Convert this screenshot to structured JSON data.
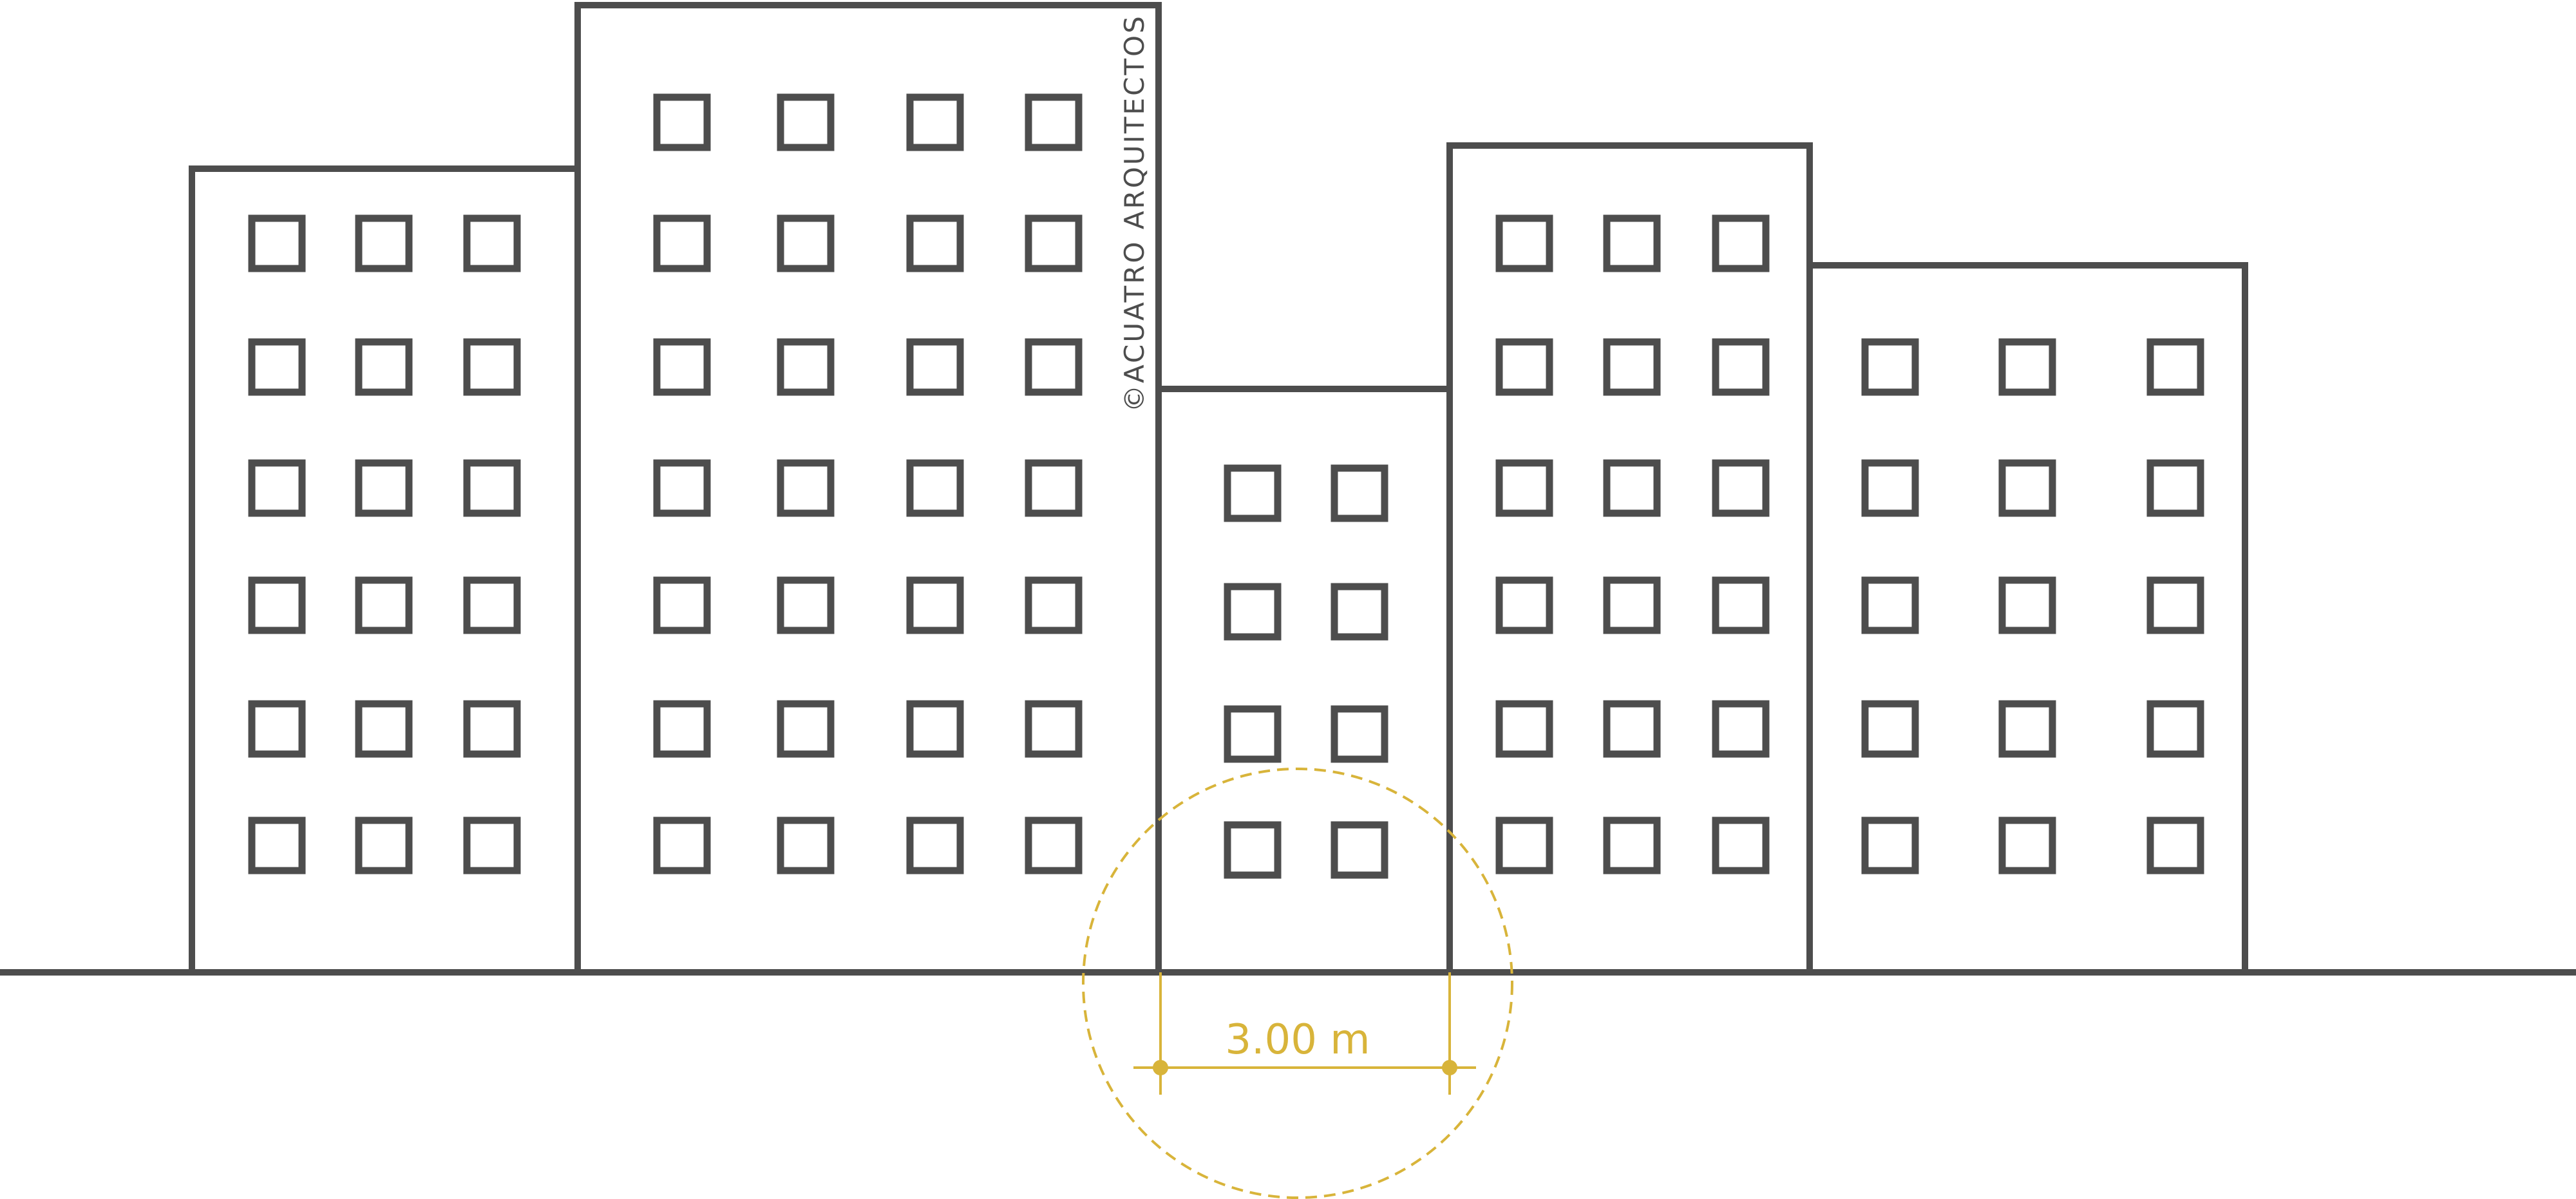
{
  "colors": {
    "line": "#4d4d4d",
    "accent": "#d8b43a",
    "background": "#ffffff"
  },
  "watermark": "©ACUATRO ARQUITECTOS",
  "dimension": {
    "label": "3.00 m",
    "value": 3.0,
    "unit": "m"
  },
  "buildings": [
    {
      "name": "building-1",
      "window_rows": 6,
      "window_cols": 3
    },
    {
      "name": "building-2",
      "window_rows": 7,
      "window_cols": 4
    },
    {
      "name": "building-3",
      "window_rows": 4,
      "window_cols": 2
    },
    {
      "name": "building-4",
      "window_rows": 6,
      "window_cols": 3
    },
    {
      "name": "building-5",
      "window_rows": 5,
      "window_cols": 3
    }
  ]
}
